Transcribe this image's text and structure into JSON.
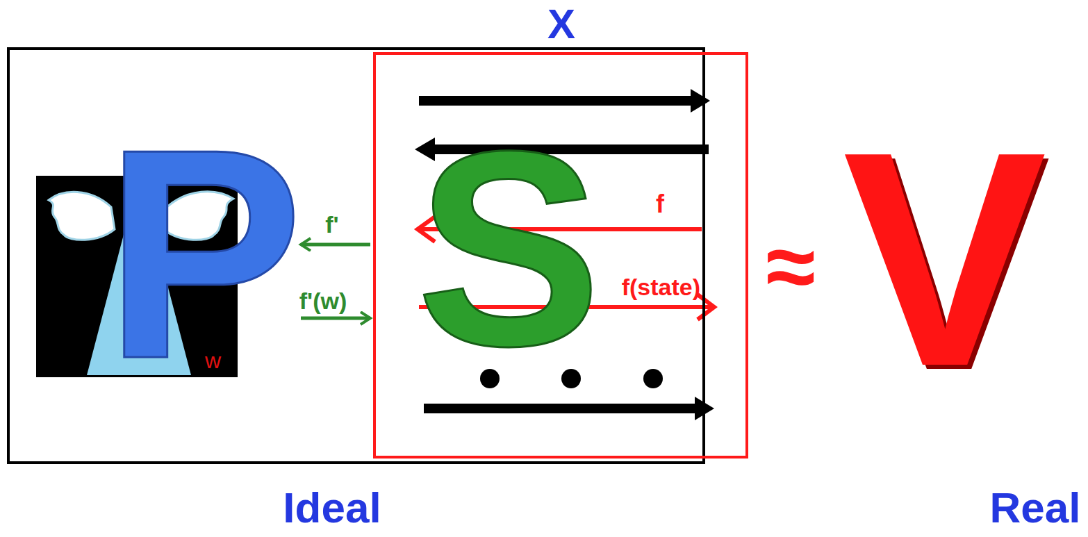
{
  "diagram": {
    "nodes": [
      {
        "text": [
          "Ideal"
        ]
      },
      {
        "text": [
          "P",
          "w"
        ],
        "in": 0
      },
      {
        "text": [
          "X",
          "S"
        ]
      }
    ],
    "edges": [
      {
        "from": 2,
        "to": 1,
        "arrow": "to",
        "label": "f'"
      },
      {
        "from": 1,
        "to": 2,
        "arrow": "to",
        "label": "f'(w)"
      }
    ],
    "labels": [
      "f",
      "f(state)",
      "≈",
      "V",
      "Real"
    ]
  }
}
